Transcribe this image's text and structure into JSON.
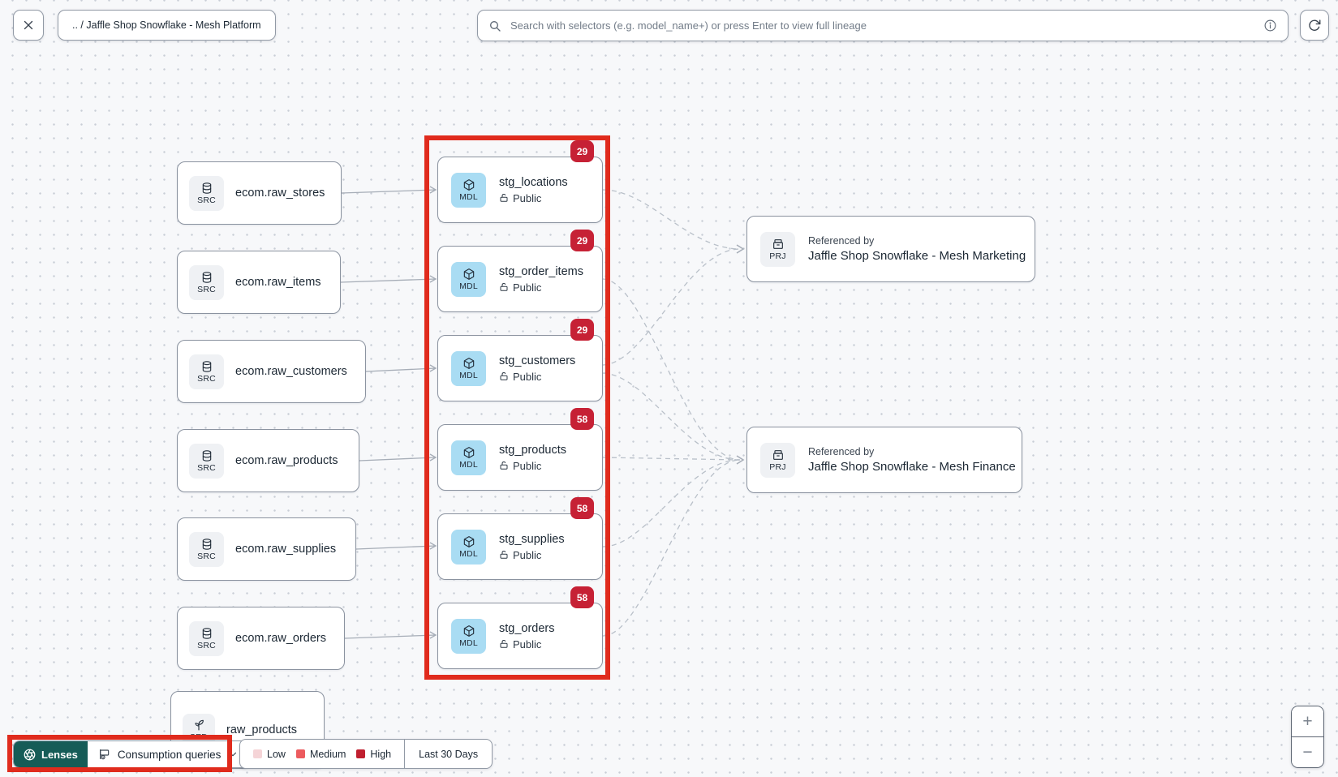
{
  "topbar": {
    "breadcrumb": ".. / Jaffle Shop Snowflake - Mesh Platform",
    "search": {
      "placeholder": "Search with selectors (e.g. model_name+) or press Enter to view full lineage"
    }
  },
  "graph": {
    "sources": [
      {
        "type": "SRC",
        "label": "ecom.raw_stores"
      },
      {
        "type": "SRC",
        "label": "ecom.raw_items"
      },
      {
        "type": "SRC",
        "label": "ecom.raw_customers"
      },
      {
        "type": "SRC",
        "label": "ecom.raw_products"
      },
      {
        "type": "SRC",
        "label": "ecom.raw_supplies"
      },
      {
        "type": "SRC",
        "label": "ecom.raw_orders"
      }
    ],
    "models": [
      {
        "type": "MDL",
        "label": "stg_locations",
        "access": "Public",
        "badge": "29"
      },
      {
        "type": "MDL",
        "label": "stg_order_items",
        "access": "Public",
        "badge": "29"
      },
      {
        "type": "MDL",
        "label": "stg_customers",
        "access": "Public",
        "badge": "29"
      },
      {
        "type": "MDL",
        "label": "stg_products",
        "access": "Public",
        "badge": "58"
      },
      {
        "type": "MDL",
        "label": "stg_supplies",
        "access": "Public",
        "badge": "58"
      },
      {
        "type": "MDL",
        "label": "stg_orders",
        "access": "Public",
        "badge": "58"
      }
    ],
    "seed": {
      "type": "SED",
      "label": "raw_products"
    },
    "projects": [
      {
        "type": "PRJ",
        "title": "Referenced by",
        "label": "Jaffle Shop Snowflake - Mesh Marketing"
      },
      {
        "type": "PRJ",
        "title": "Referenced by",
        "label": "Jaffle Shop Snowflake - Mesh Finance"
      }
    ]
  },
  "toolbar": {
    "lenses_label": "Lenses",
    "lens_value": "Consumption queries",
    "legend": {
      "low": "Low",
      "medium": "Medium",
      "high": "High",
      "period": "Last 30 Days"
    }
  },
  "zoom": {
    "in": "+",
    "out": "−"
  },
  "colors": {
    "accent_teal": "#165c57",
    "highlight_red": "#e02b1d",
    "badge_red": "#c62135",
    "model_icon_blue": "#a9dcf3",
    "legend_low": "#f5d4d7",
    "legend_medium": "#ec5b5e",
    "legend_high": "#c01f2f"
  }
}
